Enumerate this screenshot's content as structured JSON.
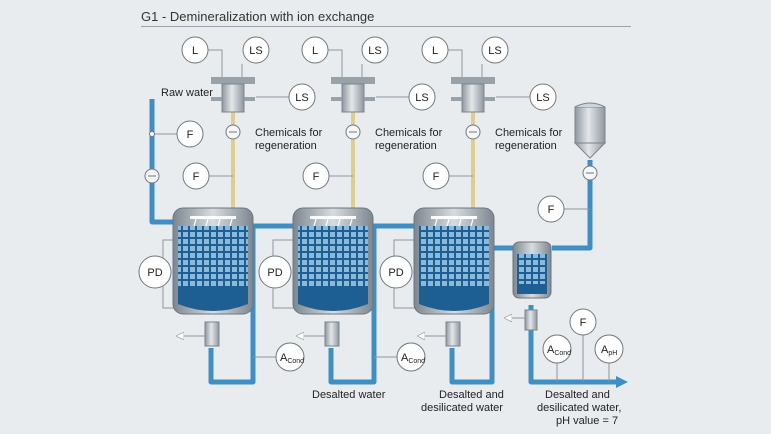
{
  "title": "G1 - Demineralization with ion exchange",
  "labels": {
    "raw_water": "Raw water",
    "chem_line1": "Chemicals for",
    "chem_line2": "regeneration",
    "desalted_water": "Desalted water",
    "desalted_desilicated_1": "Desalted and",
    "desalted_desilicated_2": "desilicated water",
    "final_1": "Desalted and",
    "final_2": "desilicated water,",
    "final_3": "pH value = 7"
  },
  "instruments": {
    "L": "L",
    "LS": "LS",
    "F": "F",
    "PD": "PD",
    "A": "A",
    "cond": "Cond",
    "ph": "pH"
  },
  "colors": {
    "water_pipe": "#3d8fc6",
    "chemical_pipe": "#e8d9a0",
    "vessel_dark": "#1d5f92",
    "vessel_grid": "#7fb2d8",
    "steel": "#b8bfc6",
    "background": "#e9ecef"
  }
}
